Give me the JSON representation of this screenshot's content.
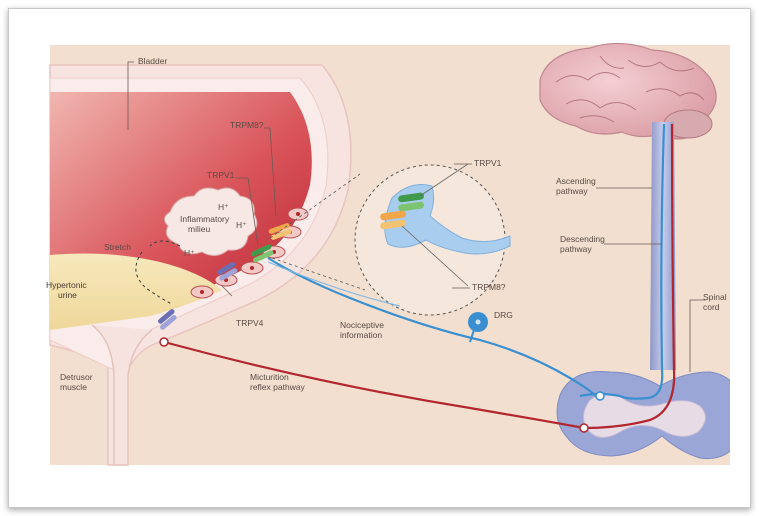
{
  "labels": {
    "bladder": "Bladder",
    "trpm8_top": "TRPM8?",
    "trpv1_left": "TRPV1",
    "h_plus_1": "H⁺",
    "h_plus_2": "H⁺",
    "h_plus_3": "H⁺",
    "inflammatory_1": "Inflammatory",
    "inflammatory_2": "milieu",
    "stretch": "Stretch",
    "hypertonic_1": "Hypertonic",
    "hypertonic_2": "urine",
    "trpv4": "TRPV4",
    "detrusor_1": "Detrusor",
    "detrusor_2": "muscle",
    "trpv1_zoom": "TRPV1",
    "trpm8_zoom": "TRPM8?",
    "nociceptive_1": "Nociceptive",
    "nociceptive_2": "information",
    "drg": "DRG",
    "micturition_1": "Micturition",
    "micturition_2": "reflex pathway",
    "ascending_1": "Ascending",
    "ascending_2": "pathway",
    "descending_1": "Descending",
    "descending_2": "pathway",
    "spinal_1": "Spinal",
    "spinal_2": "cord"
  },
  "colors": {
    "background": "#f2dfcf",
    "bladder_wall": "#f4d8d2",
    "bladder_lumen": "#cf3b45",
    "urine": "#f3e1a8",
    "nerve_blue": "#3a8fd0",
    "nerve_red": "#b3262f",
    "brain": "#e7b3b8",
    "spinal_cord": "#a9b5de"
  }
}
